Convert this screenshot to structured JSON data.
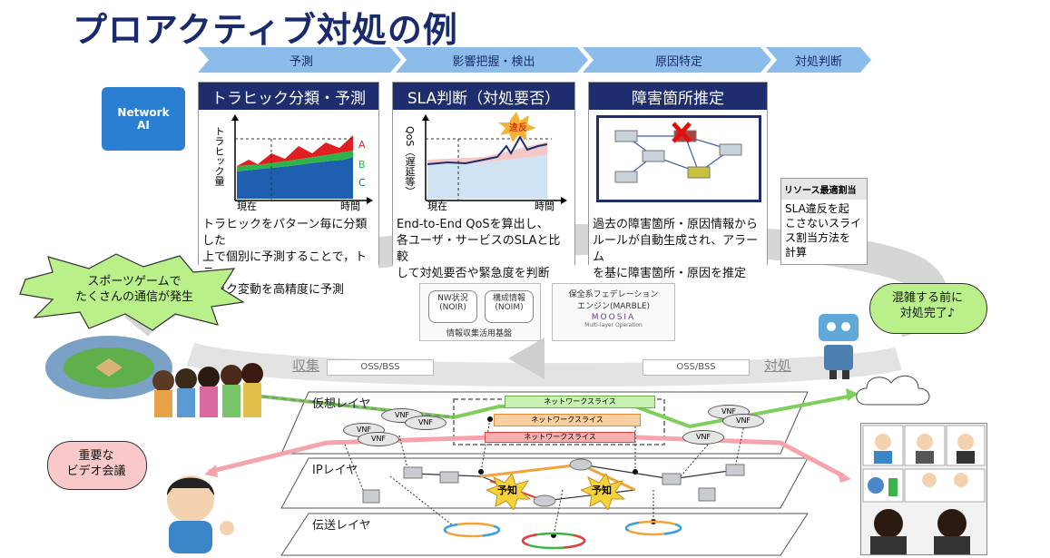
{
  "title": "プロアクティブ対処の例",
  "phases": [
    "予測",
    "影響把握・検出",
    "原因特定",
    "対処判断"
  ],
  "network_ai": {
    "line1": "Network",
    "line2": "AI"
  },
  "panels": [
    {
      "title": "トラヒック分類・予測",
      "y_axis": "トラヒック量",
      "x_now": "現在",
      "x_time": "時間",
      "series": [
        "A",
        "B",
        "C"
      ],
      "desc": [
        "トラヒックをパターン毎に分類した",
        "上で個別に予測することで，トラ",
        "ヒック変動を高精度に予測"
      ]
    },
    {
      "title": "SLA判断（対処要否）",
      "y_axis": "QoS（遅延等）",
      "x_now": "現在",
      "x_time": "時間",
      "violation": "違反",
      "desc": [
        "End-to-End QoSを算出し、",
        "各ユーザ・サービスのSLAと比較",
        "して対処要否や緊急度を判断"
      ]
    },
    {
      "title": "障害箇所推定",
      "desc": [
        "過去の障害箇所・原因情報から",
        "ルールが自動生成され、アラーム",
        "を基に障害箇所・原因を推定"
      ]
    }
  ],
  "resource": {
    "title": "リソース最適割当",
    "desc": [
      "SLA違反を起",
      "こさないスライ",
      "ス割当方法を",
      "計算"
    ]
  },
  "bubbles": {
    "sports": [
      "スポーツゲームで",
      "たくさんの通信が発生"
    ],
    "done": [
      "混雑する前に",
      "対処完了♪"
    ],
    "video": [
      "重要な",
      "ビデオ会議"
    ]
  },
  "infra": {
    "nw_status": [
      "NW状況",
      "(NOIR)"
    ],
    "config": [
      "構成情報",
      "(NOIM)"
    ],
    "base_label": "情報収集活用基盤",
    "maint": [
      "保全系フェデレーション",
      "エンジン(MARBLE)"
    ],
    "moosia": "MOOSIA",
    "moosia_sub": "Multi-layer Operation"
  },
  "flow": {
    "collect": "収集",
    "act": "対処",
    "oss_left": "OSS/BSS",
    "oss_right": "OSS/BSS"
  },
  "layers": {
    "virtual": "仮想レイヤ",
    "ip": "IPレイヤ",
    "transport": "伝送レイヤ",
    "slices": [
      "ネットワークスライス",
      "ネットワークスライス",
      "ネットワークスライス"
    ],
    "vnf": "VNF",
    "predict": "予知"
  },
  "colors": {
    "navy": "#1e2d6e",
    "chevron": "#7fb4e6",
    "green": "#3cb44b",
    "red": "#e23a3a",
    "orange": "#f29c4b",
    "pink": "#f08c96"
  }
}
